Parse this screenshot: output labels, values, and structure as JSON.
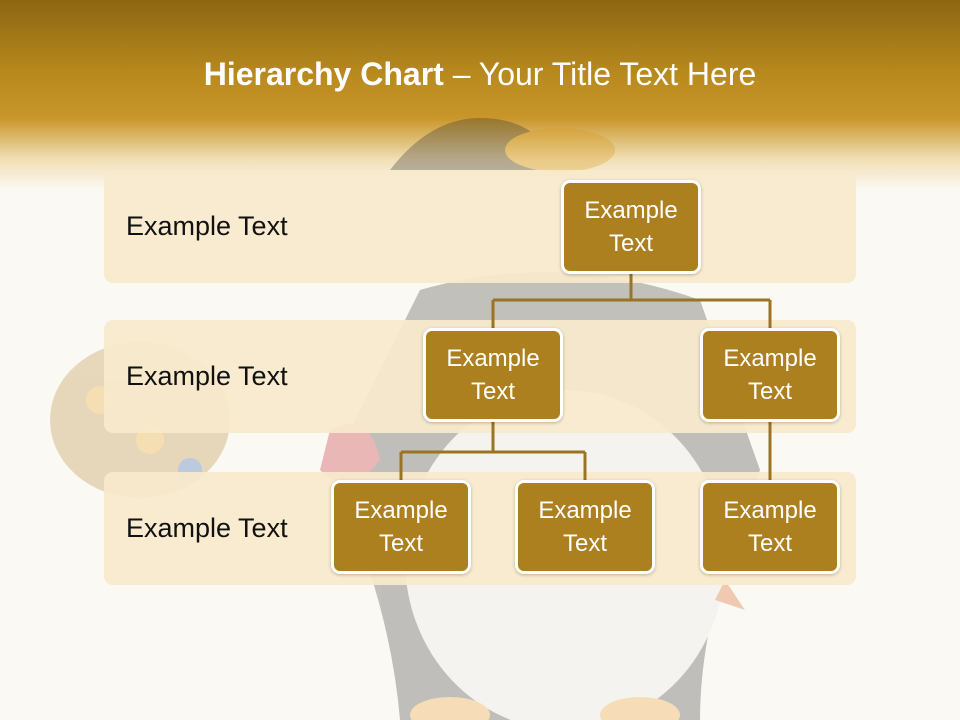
{
  "slide": {
    "title_bold": "Hierarchy Chart",
    "title_rest": " – Your Title Text Here"
  },
  "levels": [
    {
      "label": "Example Text"
    },
    {
      "label": "Example Text"
    },
    {
      "label": "Example Text"
    }
  ],
  "nodes": [
    {
      "text": "Example Text"
    },
    {
      "text": "Example Text"
    },
    {
      "text": "Example Text"
    },
    {
      "text": "Example Text"
    },
    {
      "text": "Example Text"
    },
    {
      "text": "Example Text"
    }
  ],
  "colors": {
    "header_top": "#8c6613",
    "node_fill": "#ac7f1f",
    "band_fill": "#f8e9cc",
    "connector": "#9a7425"
  }
}
